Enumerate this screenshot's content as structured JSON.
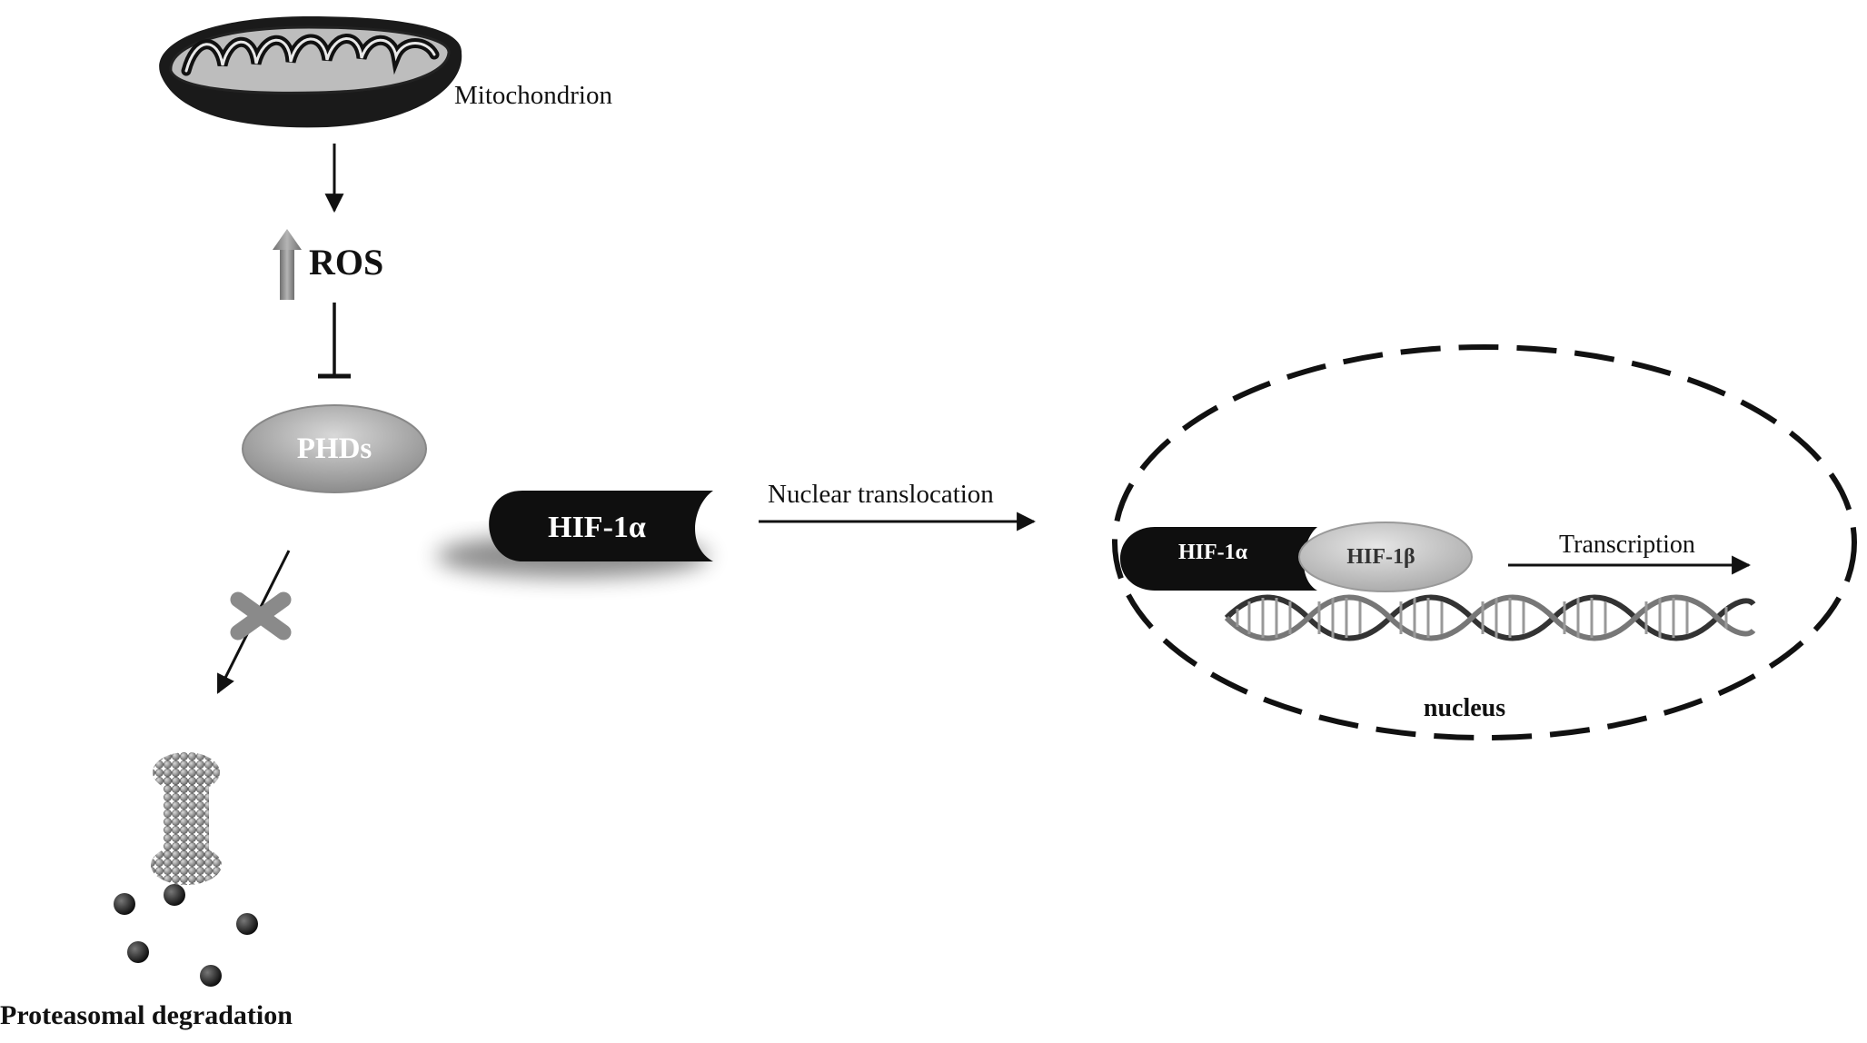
{
  "labels": {
    "mitochondrion": "Mitochondrion",
    "ros": "ROS",
    "phds": "PHDs",
    "hif1a_main": "HIF-1α",
    "nuclear_translocation": "Nuclear translocation",
    "hif1a_nucleus": "HIF-1α",
    "hif1b": "HIF-1β",
    "transcription": "Transcription",
    "nucleus": "nucleus",
    "proteasomal_degradation": "Proteasomal degradation"
  },
  "colors": {
    "black": "#111111",
    "gray": "#9a9a9a",
    "light_gray": "#c9c9c9",
    "white": "#ffffff"
  },
  "icons": {
    "mitochondrion": "mitochondrion-icon",
    "ros_up": "up-arrow-icon",
    "blocked": "x-mark-icon",
    "proteasome": "proteasome-icon",
    "dna": "dna-helix-icon"
  }
}
